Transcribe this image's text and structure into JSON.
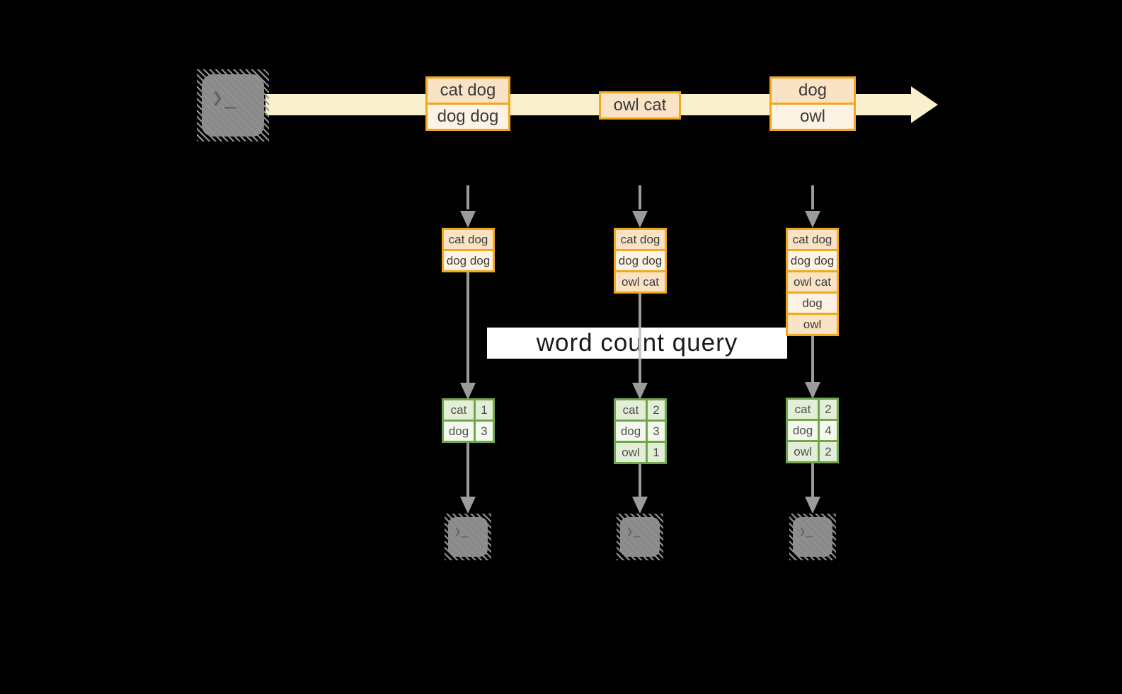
{
  "query_label": "word count query",
  "icons": {
    "terminal_glyph": "❯_"
  },
  "colors": {
    "background": "#000000",
    "stream_band": "#faf0ce",
    "batch_border": "#f1a81c",
    "batch_fill_dark": "#fae3c4",
    "batch_fill_light": "#fdf3e4",
    "table_border": "#71a74b",
    "table_fill_dark": "#e3eed8",
    "table_fill_light": "#f4f9ef",
    "arrow_gray": "#9b9b9b"
  },
  "stream_batches": [
    {
      "rows": [
        "cat dog",
        "dog dog"
      ]
    },
    {
      "rows": [
        "owl cat"
      ]
    },
    {
      "rows": [
        "dog",
        "owl"
      ]
    }
  ],
  "micro_batches": [
    {
      "input_rows": [
        "cat dog",
        "dog dog"
      ],
      "counts": [
        {
          "word": "cat",
          "count": "1"
        },
        {
          "word": "dog",
          "count": "3"
        }
      ]
    },
    {
      "input_rows": [
        "cat dog",
        "dog dog",
        "owl cat"
      ],
      "counts": [
        {
          "word": "cat",
          "count": "2"
        },
        {
          "word": "dog",
          "count": "3"
        },
        {
          "word": "owl",
          "count": "1"
        }
      ]
    },
    {
      "input_rows": [
        "cat dog",
        "dog dog",
        "owl cat",
        "dog",
        "owl"
      ],
      "counts": [
        {
          "word": "cat",
          "count": "2"
        },
        {
          "word": "dog",
          "count": "4"
        },
        {
          "word": "owl",
          "count": "2"
        }
      ]
    }
  ]
}
